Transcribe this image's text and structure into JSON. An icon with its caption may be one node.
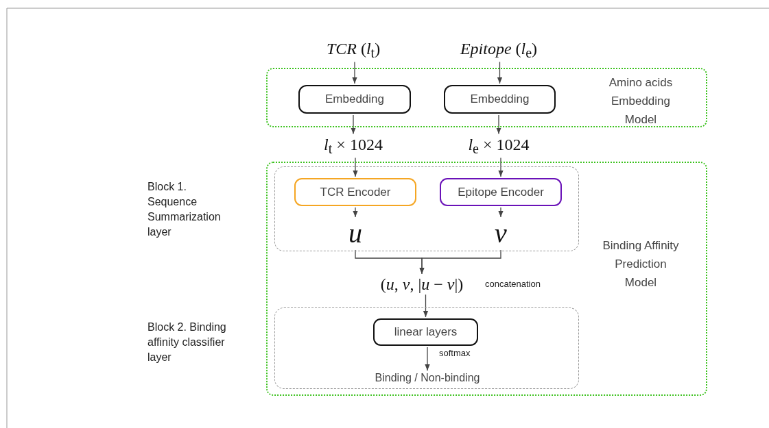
{
  "diagram": {
    "nodes": [
      {
        "text": [
          "*TCR* (*l*$_{t}$)"
        ]
      },
      {
        "text": [
          "*Epitope* (*l*$_{e}$)"
        ]
      },
      {
        "text": [
          "Amino acids Embedding Model"
        ]
      },
      {
        "text": [
          "Embedding"
        ],
        "in": 2
      },
      {
        "text": [
          "Embedding"
        ],
        "in": 2
      },
      {
        "text": [
          "*l*$_{t}$ × 1024"
        ]
      },
      {
        "text": [
          "*l*$_{e}$ × 1024"
        ]
      },
      {
        "text": [
          "Binding Affinity Prediction Model"
        ]
      },
      {
        "text": [],
        "shape": "box",
        "in": 7
      },
      {
        "text": [
          "TCR Encoder"
        ],
        "in": 8
      },
      {
        "text": [
          "Epitope Encoder"
        ],
        "in": 8
      },
      {
        "text": [
          "u"
        ],
        "in": 8
      },
      {
        "text": [
          "v"
        ],
        "in": 8
      },
      {
        "text": [
          "(*u*, *v*, |*u* − *v*|)"
        ],
        "in": 7,
        "beside": [
          "concatenation"
        ]
      },
      {
        "text": [],
        "shape": "box",
        "in": 7
      },
      {
        "text": [
          "linear layers"
        ],
        "in": 14
      },
      {
        "text": [
          "Binding / Non-binding"
        ],
        "in": 14
      }
    ],
    "edges": [
      {
        "from": 0,
        "to": 3,
        "arrow": "to"
      },
      {
        "from": 1,
        "to": 4,
        "arrow": "to"
      },
      {
        "from": 3,
        "to": 5,
        "arrow": "to"
      },
      {
        "from": 4,
        "to": 6,
        "arrow": "to"
      },
      {
        "from": 5,
        "to": 9,
        "arrow": "to"
      },
      {
        "from": 6,
        "to": 10,
        "arrow": "to"
      },
      {
        "from": 9,
        "to": 11,
        "arrow": "to"
      },
      {
        "from": 10,
        "to": 12,
        "arrow": "to"
      },
      {
        "from": 11,
        "to": 13,
        "arrow": "to"
      },
      {
        "from": 12,
        "to": 13,
        "arrow": "to"
      },
      {
        "from": 13,
        "to": 15,
        "arrow": "to"
      },
      {
        "from": 15,
        "to": 16,
        "arrow": "to",
        "label": "softmax"
      }
    ],
    "labels": [
      "Block 1. Sequence Summarization layer",
      "Block 2. Binding affinity classifier layer"
    ]
  }
}
